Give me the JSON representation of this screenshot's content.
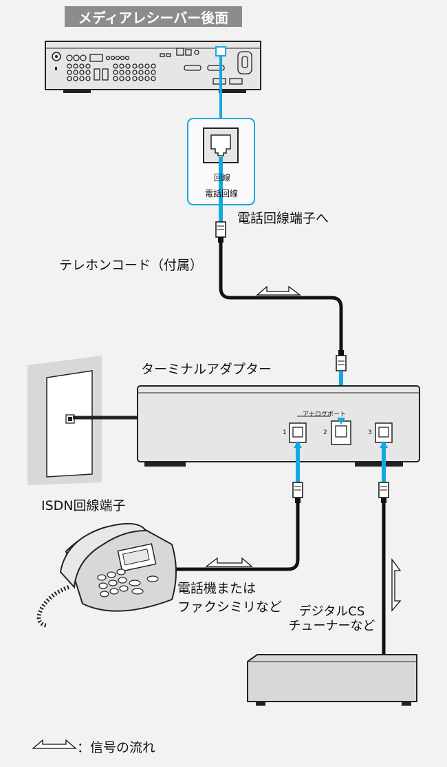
{
  "title": "メディアレシーバー後面",
  "jack_label_top": "回線",
  "jack_label_bottom": "電話回線",
  "to_jack_label": "電話回線端子へ",
  "cord_label": "テレホンコード（付属）",
  "terminal_adapter_label": "ターミナルアダプター",
  "analog_port_label": "アナログポート",
  "port_numbers": [
    "1",
    "2",
    "3"
  ],
  "isdn_label": "ISDN回線端子",
  "phone_label_line1": "電話機または",
  "phone_label_line2": "ファクシミリなど",
  "tuner_label_line1": "デジタルCS",
  "tuner_label_line2": "チューナーなど",
  "legend_text": "：信号の流れ",
  "colors": {
    "background": "#f2f2f2",
    "cyan": "#14a8e0",
    "title_bg": "#8c8c8c",
    "device_fill": "#e6e6e6",
    "cord": "#111111"
  }
}
